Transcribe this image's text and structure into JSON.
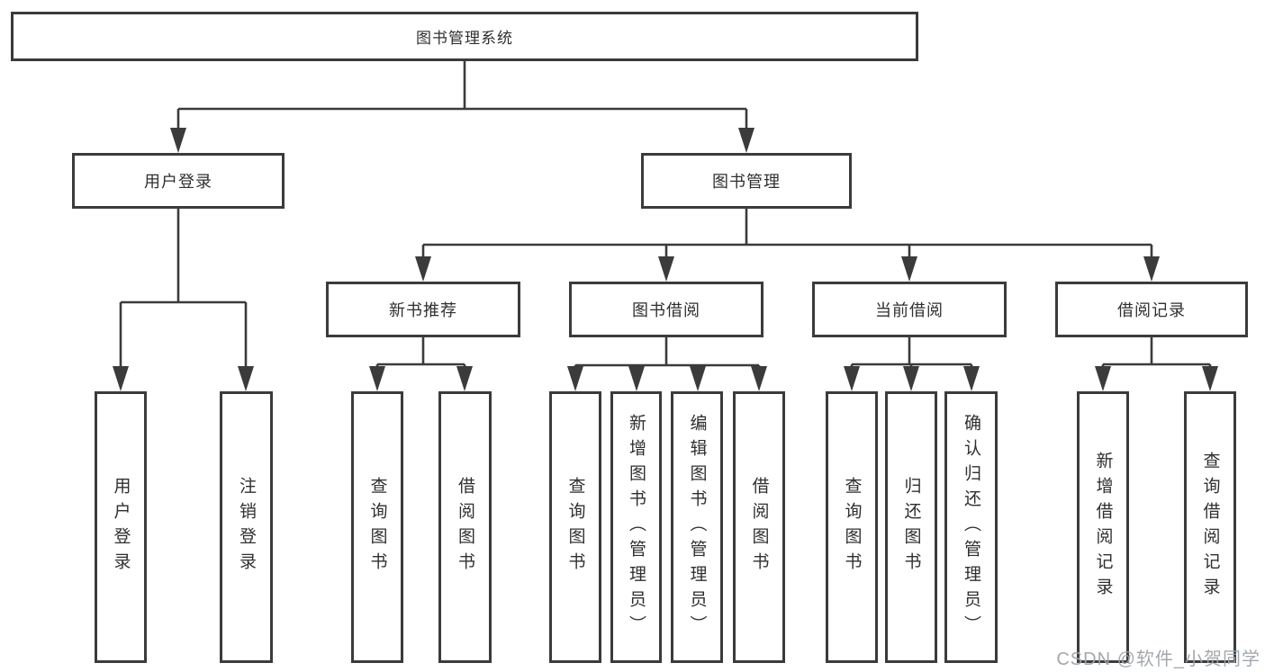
{
  "tree": {
    "root": {
      "label": "图书管理系统",
      "children": [
        {
          "label": "用户登录",
          "children": [
            {
              "label": "用户登录"
            },
            {
              "label": "注销登录"
            }
          ]
        },
        {
          "label": "图书管理",
          "children": [
            {
              "label": "新书推荐",
              "children": [
                {
                  "label": "查询图书"
                },
                {
                  "label": "借阅图书"
                }
              ]
            },
            {
              "label": "图书借阅",
              "children": [
                {
                  "label": "查询图书"
                },
                {
                  "label": "新增图书（管理员）"
                },
                {
                  "label": "编辑图书（管理员）"
                },
                {
                  "label": "借阅图书"
                }
              ]
            },
            {
              "label": "当前借阅",
              "children": [
                {
                  "label": "查询图书"
                },
                {
                  "label": "归还图书"
                },
                {
                  "label": "确认归还（管理员）"
                }
              ]
            },
            {
              "label": "借阅记录",
              "children": [
                {
                  "label": "新增借阅记录"
                },
                {
                  "label": "查询借阅记录"
                }
              ]
            }
          ]
        }
      ]
    }
  },
  "watermark": {
    "text": "CSDN @软件_小贺同学"
  },
  "colors": {
    "line": "#3b3b3b",
    "text": "#2f2f2f",
    "background": "#ffffff",
    "watermark": "#9ea3a9"
  }
}
